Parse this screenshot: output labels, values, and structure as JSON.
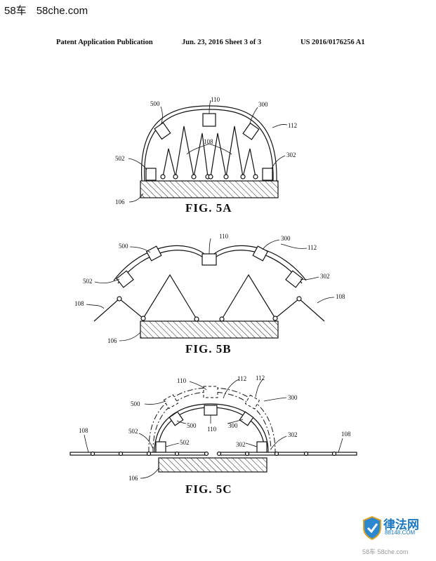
{
  "watermark": {
    "brand_cn": "58车",
    "site": "58che.com"
  },
  "header": {
    "publication": "Patent Application Publication",
    "date_sheet": "Jun. 23, 2016  Sheet 3 of 3",
    "number": "US 2016/0176256 A1"
  },
  "figures": {
    "fig5a": {
      "caption": "FIG. 5A",
      "labels": {
        "l500": "500",
        "l110": "110",
        "l300": "300",
        "l112": "112",
        "l108": "108",
        "l502": "502",
        "l302": "302",
        "l106": "106"
      }
    },
    "fig5b": {
      "caption": "FIG. 5B",
      "labels": {
        "l500": "500",
        "l110": "110",
        "l300": "300",
        "l112": "112",
        "l502": "502",
        "l302": "302",
        "l108a": "108",
        "l108b": "108",
        "l106": "106"
      }
    },
    "fig5c": {
      "caption": "FIG. 5C",
      "labels": {
        "l110a": "110",
        "l112a": "112",
        "l112b": "112",
        "l500a": "500",
        "l300a": "300",
        "l500b": "500",
        "l110b": "110",
        "l300b": "300",
        "l502a": "502",
        "l502b": "502",
        "l302a": "302",
        "l302b": "302",
        "l108a": "108",
        "l108b": "108",
        "l106": "106"
      }
    }
  },
  "logo": {
    "name": "律法网",
    "url": "88148.COM",
    "sub": "58车  58che.com"
  }
}
